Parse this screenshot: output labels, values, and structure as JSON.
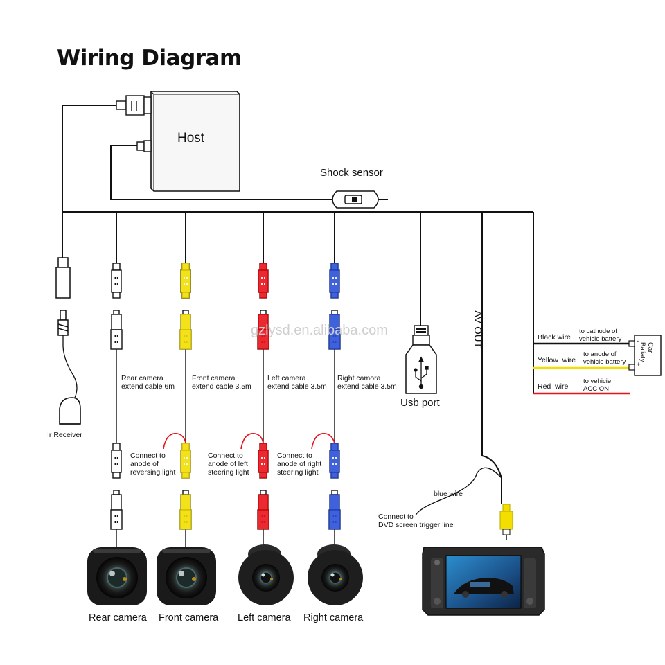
{
  "title": "Wiring Diagram",
  "host_label": "Host",
  "shock_sensor_label": "Shock sensor",
  "ir_receiver_label": "Ir Receiver",
  "usb_port_label": "Usb port",
  "av_out_label": "AV OUT",
  "watermark": "gzlysd.en.alibaba.com",
  "extend_cables": {
    "rear": "Rear camera\nextend cable 6m",
    "front": "Front camera\nextend cable 3.5m",
    "left": "Left camera\nextend cable 3.5m",
    "right": "Right camora\nextend cable 3.5m"
  },
  "connect_notes": {
    "rear": "Connect to\nanode of\nreversing light",
    "left": "Connect to\nanode of left\nsteering light",
    "right": "Connect to\nanode of right\nsteering light"
  },
  "power": {
    "black_wire": "Black wire",
    "black_desc": "to cathode of\nvehicie battery",
    "yellow_wire": "Yellow  wire",
    "yellow_desc": "to anode of\nvehicie battery",
    "red_wire": "Red  wire",
    "red_desc": "to vehicie\nACC ON",
    "battery": "Car\nBaliaty",
    "plus": "+",
    "minus": "-"
  },
  "blue_wire_label": "blue wire",
  "dvd_trigger_label": "Connect to\nDVD screen trigger line",
  "cameras": [
    "Rear camera",
    "Front camera",
    "Left camera",
    "Right camera"
  ],
  "colors": {
    "wire": "#111111",
    "yellow": "#f2df00",
    "red": "#e8121b",
    "blue": "#2a50d8"
  }
}
